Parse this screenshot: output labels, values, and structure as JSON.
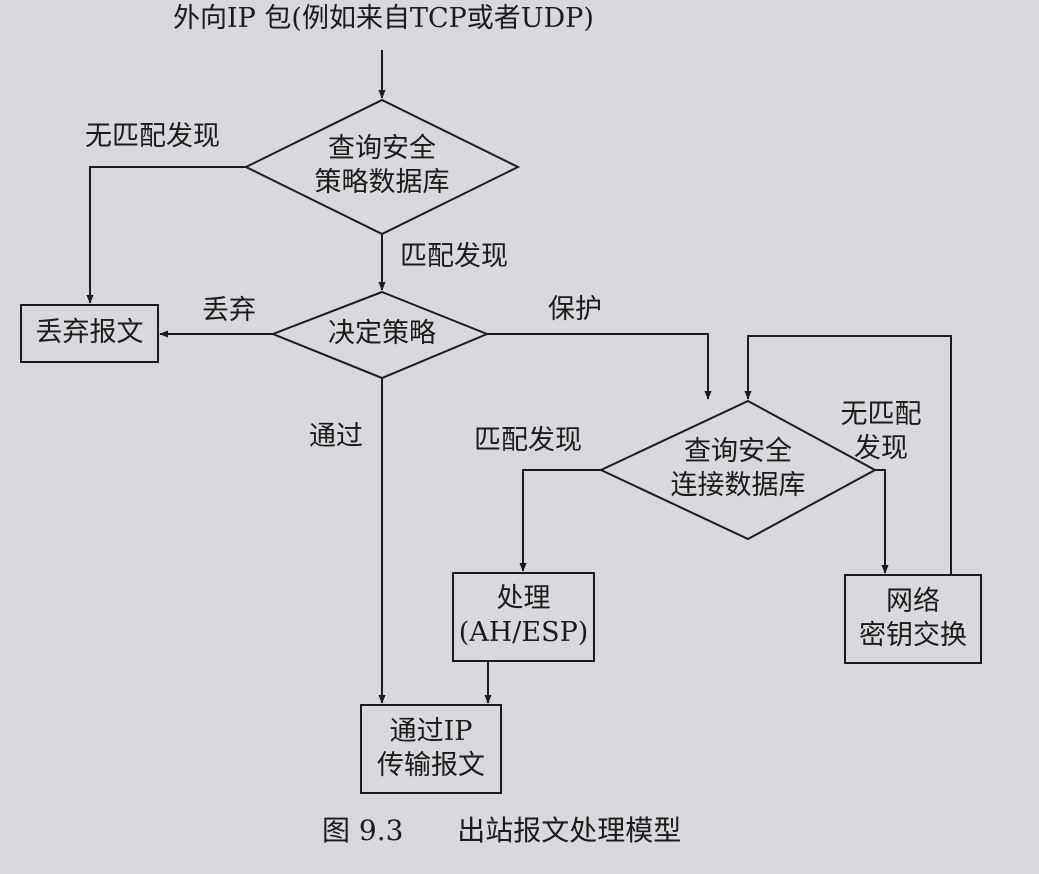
{
  "start_label": "外向IP 包(例如来自TCP或者UDP)",
  "nodes": {
    "query_spd": {
      "line1": "查询安全",
      "line2": "策略数据库"
    },
    "decide_policy": {
      "label": "决定策略"
    },
    "discard_packet": {
      "label": "丢弃报文"
    },
    "query_sad": {
      "line1": "查询安全",
      "line2": "连接数据库"
    },
    "process_ah_esp": {
      "line1": "处理",
      "line2": "(AH/ESP)"
    },
    "transmit_ip": {
      "line1": "通过IP",
      "line2": "传输报文"
    },
    "key_exchange": {
      "line1": "网络",
      "line2": "密钥交换"
    }
  },
  "edge_labels": {
    "spd_no_match": "无匹配发现",
    "spd_match": "匹配发现",
    "discard": "丢弃",
    "protect": "保护",
    "bypass": "通过",
    "sad_match": "匹配发现",
    "sad_no_match_line1": "无匹配",
    "sad_no_match_line2": "发现"
  },
  "caption": {
    "number": "图 9.3",
    "title": "出站报文处理模型"
  }
}
